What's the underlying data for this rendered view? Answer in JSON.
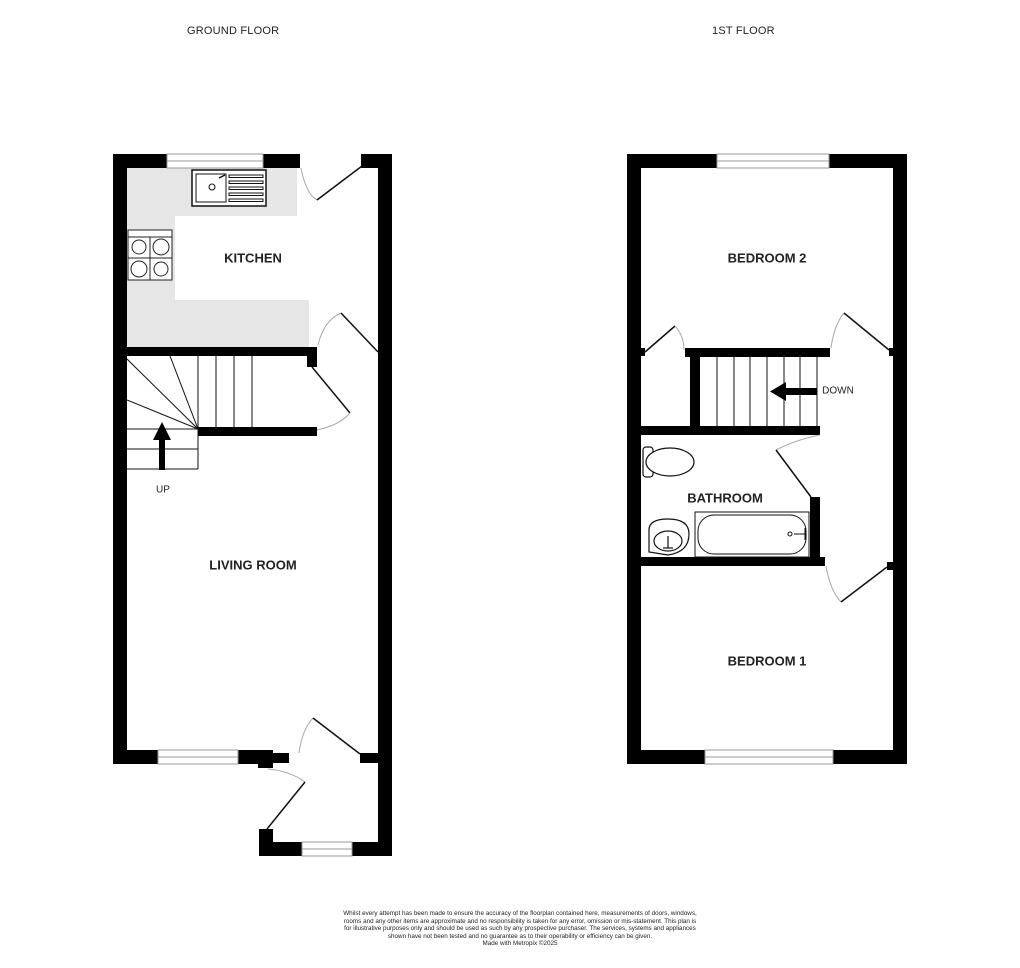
{
  "floors": [
    {
      "title": "GROUND FLOOR",
      "rooms": [
        {
          "label": "KITCHEN"
        },
        {
          "label": "LIVING ROOM"
        }
      ],
      "stairs_label": "UP"
    },
    {
      "title": "1ST FLOOR",
      "rooms": [
        {
          "label": "BEDROOM 2"
        },
        {
          "label": "BATHROOM"
        },
        {
          "label": "BEDROOM 1"
        }
      ],
      "stairs_label": "DOWN"
    }
  ],
  "colors": {
    "wall": "#000000",
    "counter": "#e6e6e6",
    "window": "#999999",
    "door_arc": "#aaaaaa"
  },
  "footer": {
    "disclaimer": "Whilst every attempt has been made to ensure the accuracy of the floorplan contained here, measurements of doors, windows, rooms and any other items are approximate and no responsibility is taken for any error, omission or mis-statement. This plan is for illustrative purposes only and should be used as such by any prospective purchaser. The services, systems and appliances shown have not been tested and no guarantee as to their operability or efficiency can be given.",
    "credit": "Made with Metropix ©2025"
  }
}
